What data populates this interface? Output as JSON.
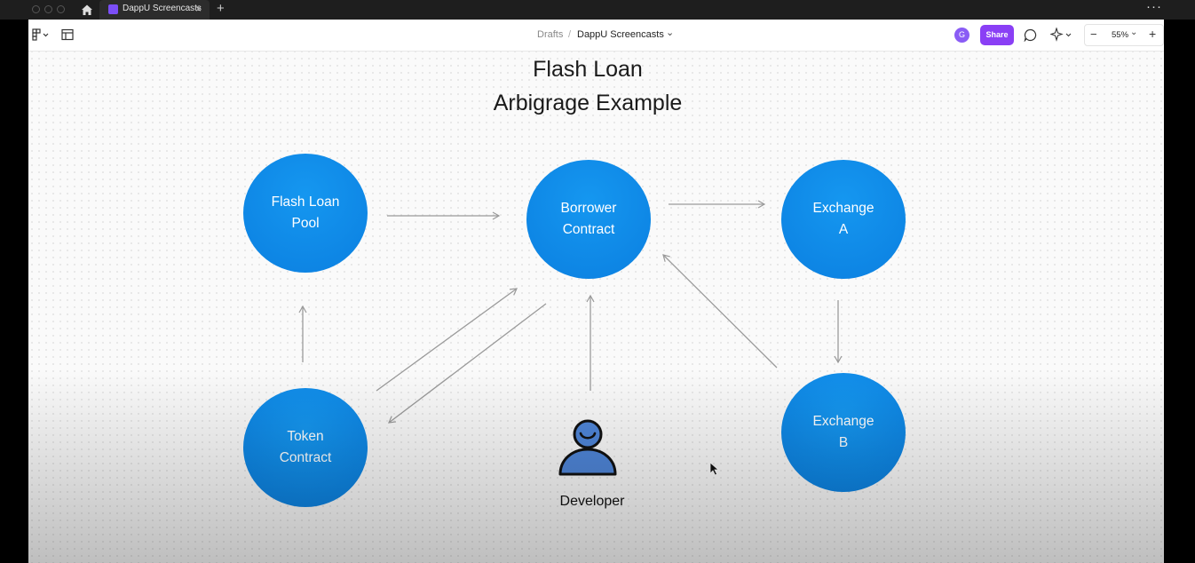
{
  "browser": {
    "tab_title": "DappU Screencasts",
    "tab_close": "×",
    "new_tab": "+",
    "more": "···"
  },
  "toolbar": {
    "breadcrumb_root": "Drafts",
    "breadcrumb_sep": "/",
    "file_name": "DappU Screencasts",
    "file_chevron": "⌄",
    "avatar_initial": "G",
    "share_label": "Share",
    "zoom_minus": "−",
    "zoom_level": "55%",
    "zoom_chevron": "⌄",
    "zoom_plus": "+"
  },
  "diagram": {
    "title_line1": "Flash Loan",
    "title_line2": "Arbigrage Example",
    "nodes": {
      "flash_pool": {
        "line1": "Flash Loan",
        "line2": "Pool"
      },
      "borrower": {
        "line1": "Borrower",
        "line2": "Contract"
      },
      "exchange_a": {
        "line1": "Exchange",
        "line2": "A"
      },
      "token": {
        "line1": "Token",
        "line2": "Contract"
      },
      "exchange_b": {
        "line1": "Exchange",
        "line2": "B"
      }
    },
    "developer_label": "Developer",
    "colors": {
      "node_fill": "#0b84e8",
      "arrow": "#9a9a9a",
      "developer_icon": "#4f86d9"
    }
  }
}
